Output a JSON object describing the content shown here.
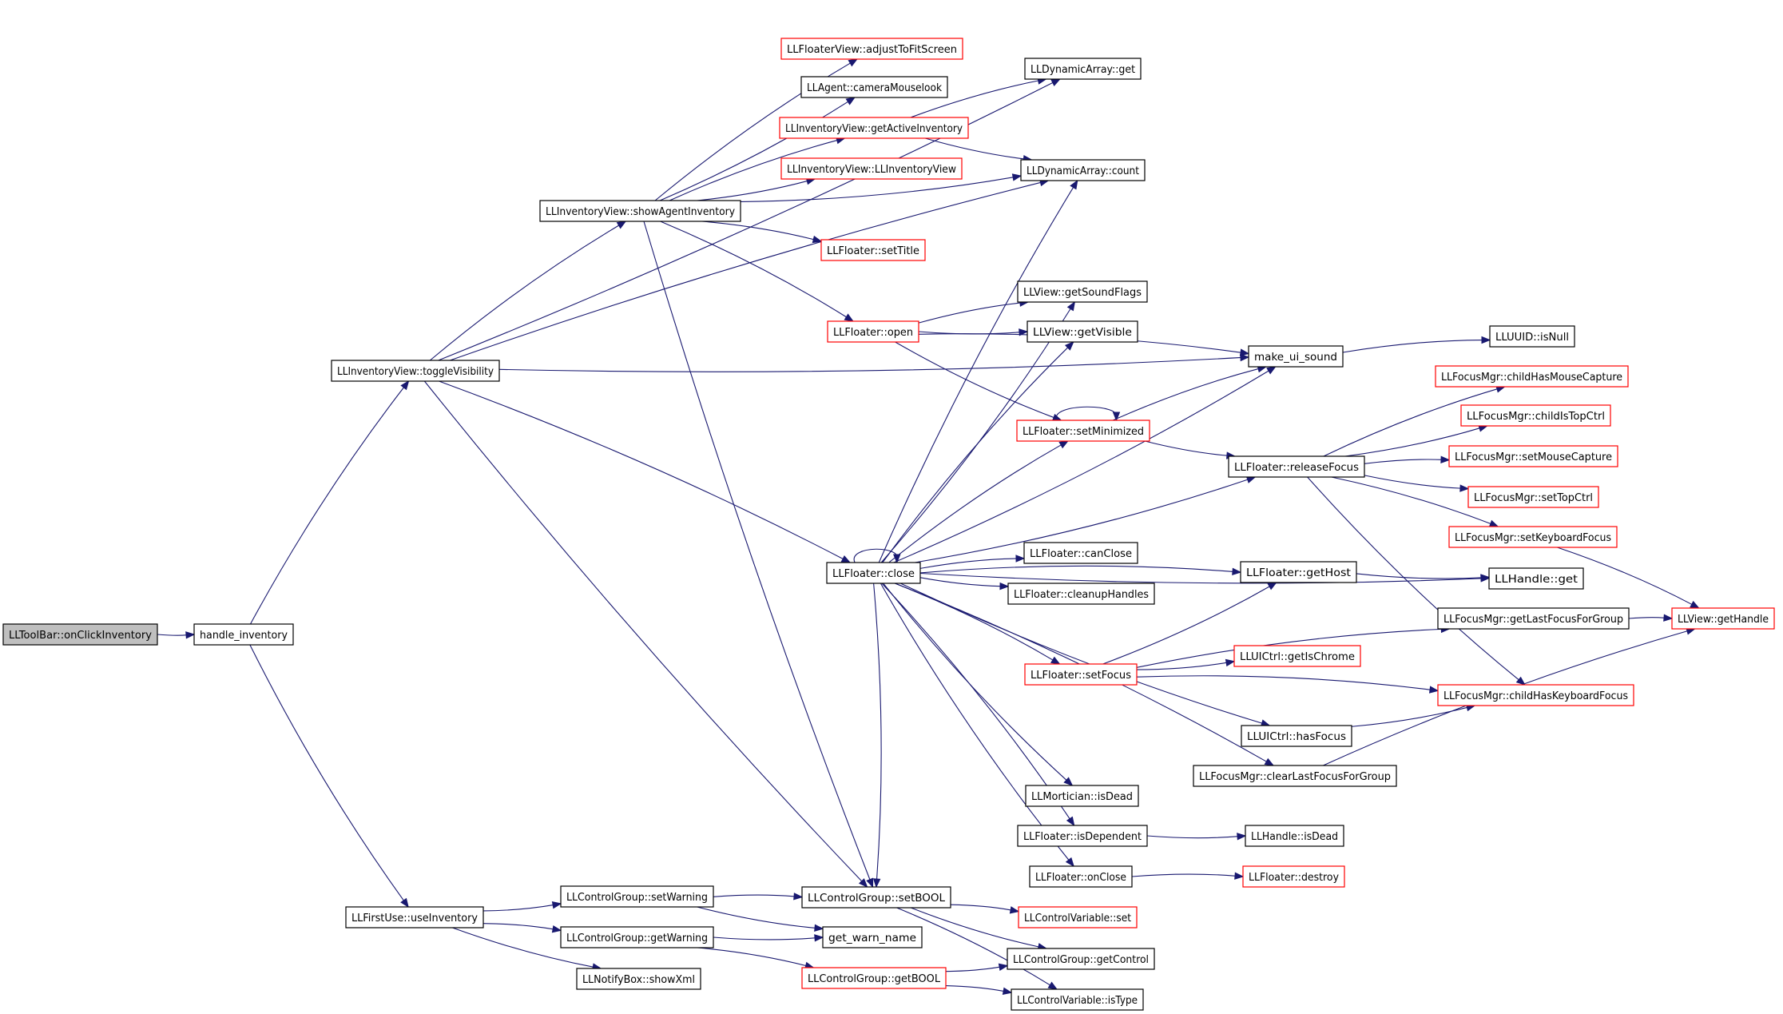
{
  "colors": {
    "edge": "#191970",
    "black_border": "#000000",
    "red_border": "#ff0000",
    "root_fill": "#bfbfbf"
  },
  "nodes": [
    {
      "id": "n0",
      "label": "LLToolBar::onClickInventory",
      "border": "black",
      "root": true
    },
    {
      "id": "n1",
      "label": "handle_inventory",
      "border": "black"
    },
    {
      "id": "n2",
      "label": "LLInventoryView::toggleVisibility",
      "border": "black"
    },
    {
      "id": "n3",
      "label": "LLFirstUse::useInventory",
      "border": "black"
    },
    {
      "id": "n4",
      "label": "LLInventoryView::showAgentInventory",
      "border": "black"
    },
    {
      "id": "n5",
      "label": "LLFloaterView::adjustToFitScreen",
      "border": "red"
    },
    {
      "id": "n6",
      "label": "LLAgent::cameraMouselook",
      "border": "black"
    },
    {
      "id": "n7",
      "label": "LLInventoryView::getActiveInventory",
      "border": "red"
    },
    {
      "id": "n8",
      "label": "LLInventoryView::LLInventoryView",
      "border": "red"
    },
    {
      "id": "n9",
      "label": "LLFloater::setTitle",
      "border": "red"
    },
    {
      "id": "n10",
      "label": "LLDynamicArray::get",
      "border": "black"
    },
    {
      "id": "n11",
      "label": "LLDynamicArray::count",
      "border": "black"
    },
    {
      "id": "n12",
      "label": "LLFloater::open",
      "border": "red"
    },
    {
      "id": "n13",
      "label": "LLView::getSoundFlags",
      "border": "black"
    },
    {
      "id": "n14",
      "label": "LLView::getVisible",
      "border": "black"
    },
    {
      "id": "n15",
      "label": "make_ui_sound",
      "border": "black"
    },
    {
      "id": "n16",
      "label": "LLUUID::isNull",
      "border": "black"
    },
    {
      "id": "n17",
      "label": "LLFloater::setMinimized",
      "border": "red"
    },
    {
      "id": "n18",
      "label": "LLFloater::releaseFocus",
      "border": "black"
    },
    {
      "id": "n19",
      "label": "LLFocusMgr::childHasMouseCapture",
      "border": "red"
    },
    {
      "id": "n20",
      "label": "LLFocusMgr::childIsTopCtrl",
      "border": "red"
    },
    {
      "id": "n21",
      "label": "LLFocusMgr::setMouseCapture",
      "border": "red"
    },
    {
      "id": "n22",
      "label": "LLFocusMgr::setTopCtrl",
      "border": "red"
    },
    {
      "id": "n23",
      "label": "LLFocusMgr::setKeyboardFocus",
      "border": "red"
    },
    {
      "id": "n24",
      "label": "LLFloater::close",
      "border": "black"
    },
    {
      "id": "n25",
      "label": "LLFloater::canClose",
      "border": "black"
    },
    {
      "id": "n26",
      "label": "LLFloater::cleanupHandles",
      "border": "black"
    },
    {
      "id": "n27",
      "label": "LLFloater::getHost",
      "border": "black"
    },
    {
      "id": "n28",
      "label": "LLHandle::get",
      "border": "black"
    },
    {
      "id": "n29",
      "label": "LLFocusMgr::getLastFocusForGroup",
      "border": "black"
    },
    {
      "id": "n30",
      "label": "LLView::getHandle",
      "border": "red"
    },
    {
      "id": "n31",
      "label": "LLFloater::setFocus",
      "border": "red"
    },
    {
      "id": "n32",
      "label": "LLUICtrl::getIsChrome",
      "border": "red"
    },
    {
      "id": "n33",
      "label": "LLFocusMgr::childHasKeyboardFocus",
      "border": "red"
    },
    {
      "id": "n34",
      "label": "LLUICtrl::hasFocus",
      "border": "black"
    },
    {
      "id": "n35",
      "label": "LLFocusMgr::clearLastFocusForGroup",
      "border": "black"
    },
    {
      "id": "n36",
      "label": "LLMortician::isDead",
      "border": "black"
    },
    {
      "id": "n37",
      "label": "LLFloater::isDependent",
      "border": "black"
    },
    {
      "id": "n38",
      "label": "LLHandle::isDead",
      "border": "black"
    },
    {
      "id": "n39",
      "label": "LLFloater::onClose",
      "border": "black"
    },
    {
      "id": "n40",
      "label": "LLFloater::destroy",
      "border": "red"
    },
    {
      "id": "n41",
      "label": "LLControlGroup::setWarning",
      "border": "black"
    },
    {
      "id": "n42",
      "label": "LLControlGroup::setBOOL",
      "border": "black"
    },
    {
      "id": "n43",
      "label": "LLControlVariable::set",
      "border": "red"
    },
    {
      "id": "n44",
      "label": "LLControlGroup::getWarning",
      "border": "black"
    },
    {
      "id": "n45",
      "label": "get_warn_name",
      "border": "black"
    },
    {
      "id": "n46",
      "label": "LLNotifyBox::showXml",
      "border": "black"
    },
    {
      "id": "n47",
      "label": "LLControlGroup::getBOOL",
      "border": "red"
    },
    {
      "id": "n48",
      "label": "LLControlGroup::getControl",
      "border": "black"
    },
    {
      "id": "n49",
      "label": "LLControlVariable::isType",
      "border": "black"
    }
  ],
  "edges": [
    [
      "n0",
      "n1"
    ],
    [
      "n1",
      "n2"
    ],
    [
      "n1",
      "n3"
    ],
    [
      "n2",
      "n4"
    ],
    [
      "n2",
      "n10"
    ],
    [
      "n2",
      "n11"
    ],
    [
      "n2",
      "n15"
    ],
    [
      "n2",
      "n24"
    ],
    [
      "n2",
      "n42"
    ],
    [
      "n4",
      "n5"
    ],
    [
      "n4",
      "n6"
    ],
    [
      "n4",
      "n7"
    ],
    [
      "n4",
      "n8"
    ],
    [
      "n4",
      "n9"
    ],
    [
      "n4",
      "n11"
    ],
    [
      "n4",
      "n12"
    ],
    [
      "n4",
      "n42"
    ],
    [
      "n7",
      "n10"
    ],
    [
      "n7",
      "n11"
    ],
    [
      "n12",
      "n13"
    ],
    [
      "n12",
      "n14"
    ],
    [
      "n12",
      "n15"
    ],
    [
      "n12",
      "n17"
    ],
    [
      "n15",
      "n16"
    ],
    [
      "n17",
      "n17"
    ],
    [
      "n17",
      "n15"
    ],
    [
      "n17",
      "n18"
    ],
    [
      "n18",
      "n19"
    ],
    [
      "n18",
      "n20"
    ],
    [
      "n18",
      "n21"
    ],
    [
      "n18",
      "n22"
    ],
    [
      "n18",
      "n23"
    ],
    [
      "n18",
      "n33"
    ],
    [
      "n23",
      "n30"
    ],
    [
      "n24",
      "n24"
    ],
    [
      "n24",
      "n11"
    ],
    [
      "n24",
      "n13"
    ],
    [
      "n24",
      "n14"
    ],
    [
      "n24",
      "n15"
    ],
    [
      "n24",
      "n17"
    ],
    [
      "n24",
      "n18"
    ],
    [
      "n24",
      "n25"
    ],
    [
      "n24",
      "n26"
    ],
    [
      "n24",
      "n27"
    ],
    [
      "n24",
      "n28"
    ],
    [
      "n24",
      "n31"
    ],
    [
      "n24",
      "n34"
    ],
    [
      "n24",
      "n35"
    ],
    [
      "n24",
      "n36"
    ],
    [
      "n24",
      "n37"
    ],
    [
      "n24",
      "n39"
    ],
    [
      "n24",
      "n42"
    ],
    [
      "n27",
      "n28"
    ],
    [
      "n29",
      "n30"
    ],
    [
      "n31",
      "n27"
    ],
    [
      "n31",
      "n29"
    ],
    [
      "n31",
      "n32"
    ],
    [
      "n31",
      "n33"
    ],
    [
      "n34",
      "n33"
    ],
    [
      "n35",
      "n30"
    ],
    [
      "n37",
      "n38"
    ],
    [
      "n39",
      "n40"
    ],
    [
      "n3",
      "n41"
    ],
    [
      "n3",
      "n44"
    ],
    [
      "n3",
      "n46"
    ],
    [
      "n41",
      "n42"
    ],
    [
      "n41",
      "n45"
    ],
    [
      "n42",
      "n43"
    ],
    [
      "n42",
      "n48"
    ],
    [
      "n42",
      "n49"
    ],
    [
      "n44",
      "n45"
    ],
    [
      "n44",
      "n47"
    ],
    [
      "n47",
      "n48"
    ],
    [
      "n47",
      "n49"
    ]
  ]
}
